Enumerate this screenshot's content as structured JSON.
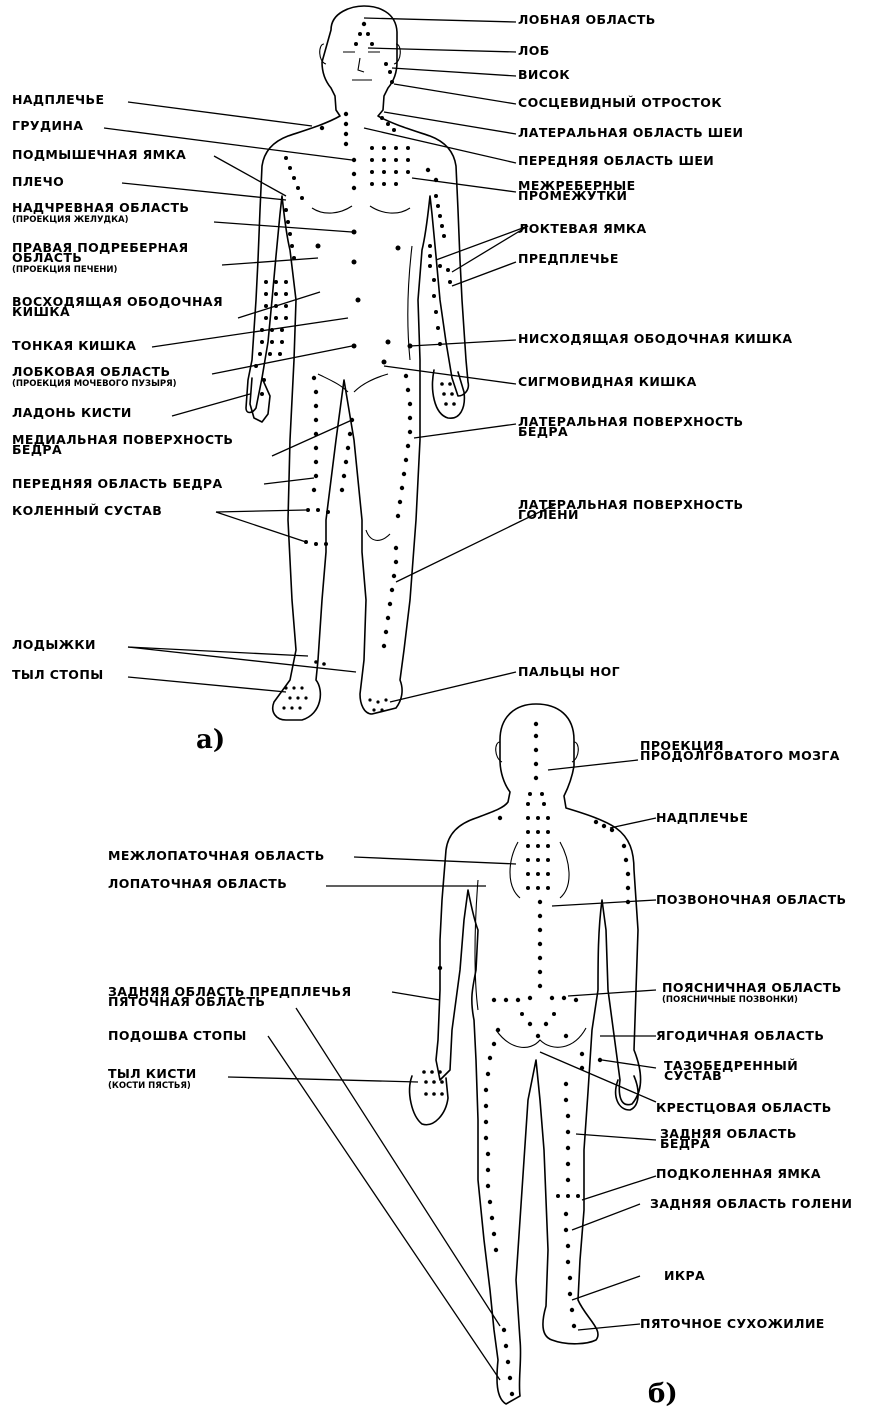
{
  "figure_a": {
    "marker": "а)",
    "left_labels": [
      {
        "text": "НАДПЛЕЧЬЕ"
      },
      {
        "text": "ГРУДИНА"
      },
      {
        "text": "ПОДМЫШЕЧНАЯ ЯМКА"
      },
      {
        "text": "ПЛЕЧО"
      },
      {
        "text": "НАДЧРЕВНАЯ ОБЛАСТЬ",
        "sub": "(ПРОЕКЦИЯ ЖЕЛУДКА)"
      },
      {
        "text": "ПРАВАЯ ПОДРЕБЕРНАЯ",
        "text2": "ОБЛАСТЬ",
        "sub": "(ПРОЕКЦИЯ ПЕЧЕНИ)"
      },
      {
        "text": "ВОСХОДЯЩАЯ ОБОДОЧНАЯ",
        "text2": "КИШКА"
      },
      {
        "text": "ТОНКАЯ КИШКА"
      },
      {
        "text": "ЛОБКОВАЯ ОБЛАСТЬ",
        "sub": "(ПРОЕКЦИЯ МОЧЕВОГО ПУЗЫРЯ)"
      },
      {
        "text": "ЛАДОНЬ КИСТИ"
      },
      {
        "text": "МЕДИАЛЬНАЯ ПОВЕРХНОСТЬ",
        "text2": "БЕДРА"
      },
      {
        "text": "ПЕРЕДНЯЯ ОБЛАСТЬ БЕДРА"
      },
      {
        "text": "КОЛЕННЫЙ СУСТАВ"
      },
      {
        "text": "ЛОДЫЖКИ"
      },
      {
        "text": "ТЫЛ СТОПЫ"
      }
    ],
    "right_labels": [
      {
        "text": "ЛОБНАЯ ОБЛАСТЬ"
      },
      {
        "text": "ЛОБ"
      },
      {
        "text": "ВИСОК"
      },
      {
        "text": "СОСЦЕВИДНЫЙ ОТРОСТОК"
      },
      {
        "text": "ЛАТЕРАЛЬНАЯ ОБЛАСТЬ ШЕИ"
      },
      {
        "text": "ПЕРЕДНЯЯ ОБЛАСТЬ ШЕИ"
      },
      {
        "text": "МЕЖРЕБЕРНЫЕ",
        "text2": "ПРОМЕЖУТКИ"
      },
      {
        "text": "ЛОКТЕВАЯ ЯМКА"
      },
      {
        "text": "ПРЕДПЛЕЧЬЕ"
      },
      {
        "text": "НИСХОДЯЩАЯ ОБОДОЧНАЯ КИШКА"
      },
      {
        "text": "СИГМОВИДНАЯ КИШКА"
      },
      {
        "text": "ЛАТЕРАЛЬНАЯ ПОВЕРХНОСТЬ",
        "text2": "БЕДРА"
      },
      {
        "text": "ЛАТЕРАЛЬНАЯ ПОВЕРХНОСТЬ",
        "text2": "ГОЛЕНИ"
      },
      {
        "text": "ПАЛЬЦЫ НОГ"
      }
    ]
  },
  "figure_b": {
    "marker": "б)",
    "left_labels": [
      {
        "text": "МЕЖЛОПАТОЧНАЯ ОБЛАСТЬ"
      },
      {
        "text": "ЛОПАТОЧНАЯ ОБЛАСТЬ"
      },
      {
        "text": "ЗАДНЯЯ ОБЛАСТЬ ПРЕДПЛЕЧЬЯ"
      },
      {
        "text": "ТЫЛ КИСТИ",
        "sub": "(КОСТИ ПЯСТЬЯ)"
      },
      {
        "text": "ПЯТОЧНАЯ ОБЛАСТЬ"
      },
      {
        "text": "ПОДОШВА СТОПЫ"
      }
    ],
    "right_labels": [
      {
        "text": "ПРОЕКЦИЯ",
        "text2": "ПРОДОЛГОВАТОГО МОЗГА"
      },
      {
        "text": "НАДПЛЕЧЬЕ"
      },
      {
        "text": "ПОЗВОНОЧНАЯ ОБЛАСТЬ"
      },
      {
        "text": "ПОЯСНИЧНАЯ ОБЛАСТЬ",
        "sub": "(ПОЯСНИЧНЫЕ ПОЗВОНКИ)"
      },
      {
        "text": "ЯГОДИЧНАЯ ОБЛАСТЬ"
      },
      {
        "text": "ТАЗОБЕДРЕННЫЙ",
        "text2": "СУСТАВ"
      },
      {
        "text": "КРЕСТЦОВАЯ ОБЛАСТЬ"
      },
      {
        "text": "ЗАДНЯЯ ОБЛАСТЬ",
        "text2": "БЕДРА"
      },
      {
        "text": "ПОДКОЛЕННАЯ ЯМКА"
      },
      {
        "text": "ЗАДНЯЯ ОБЛАСТЬ ГОЛЕНИ"
      },
      {
        "text": "ИКРА"
      },
      {
        "text": "ПЯТОЧНОЕ СУХОЖИЛИЕ"
      }
    ]
  }
}
